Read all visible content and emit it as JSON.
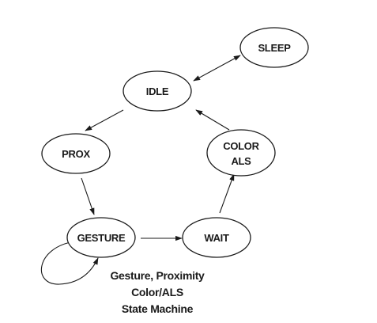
{
  "diagram": {
    "nodes": {
      "sleep": {
        "label": "SLEEP"
      },
      "idle": {
        "label": "IDLE"
      },
      "prox": {
        "label": "PROX"
      },
      "color": {
        "label_line1": "COLOR",
        "label_line2": "ALS"
      },
      "gesture": {
        "label": "GESTURE"
      },
      "wait": {
        "label": "WAIT"
      }
    },
    "caption": {
      "line1": "Gesture, Proximity",
      "line2": "Color/ALS",
      "line3": "State Machine"
    }
  }
}
